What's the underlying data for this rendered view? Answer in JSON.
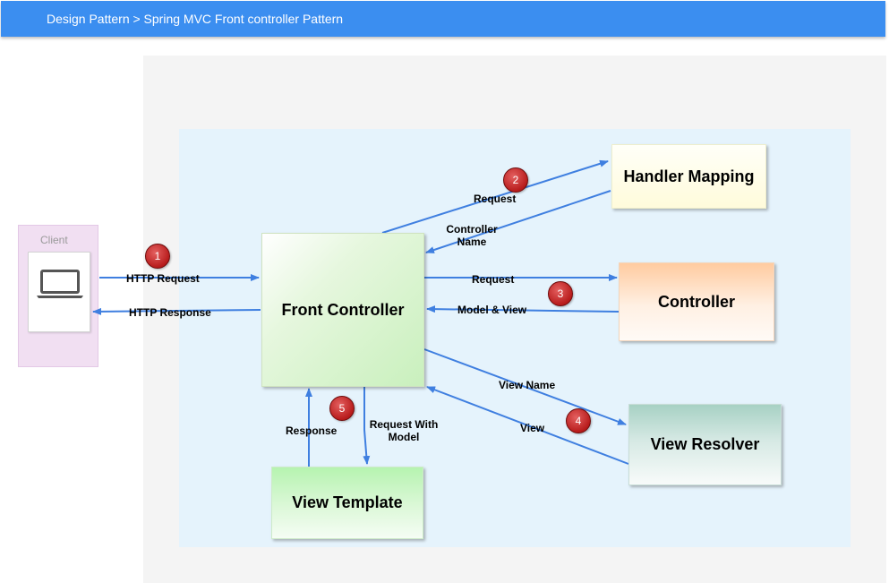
{
  "header": {
    "breadcrumb": "Design Pattern > Spring MVC Front controller Pattern"
  },
  "client": {
    "label": "Client",
    "icon": "laptop-icon"
  },
  "nodes": {
    "front_controller": "Front Controller",
    "handler_mapping": "Handler Mapping",
    "controller": "Controller",
    "view_resolver": "View Resolver",
    "view_template": "View Template"
  },
  "edges": {
    "http_request": "HTTP Request",
    "http_response": "HTTP Response",
    "request_to_handler": "Request",
    "controller_name_line1": "Controller",
    "controller_name_line2": "Name",
    "request_to_controller": "Request",
    "model_and_view": "Model & View",
    "view_name": "View Name",
    "view": "View",
    "response": "Response",
    "request_with_model_line1": "Request With",
    "request_with_model_line2": "Model"
  },
  "steps": [
    "1",
    "2",
    "3",
    "4",
    "5"
  ],
  "colors": {
    "header": "#3b8ef0",
    "arrow": "#3f7fe0",
    "badge": "#b81c1c",
    "diagram_bg": "#e5f3fc"
  }
}
